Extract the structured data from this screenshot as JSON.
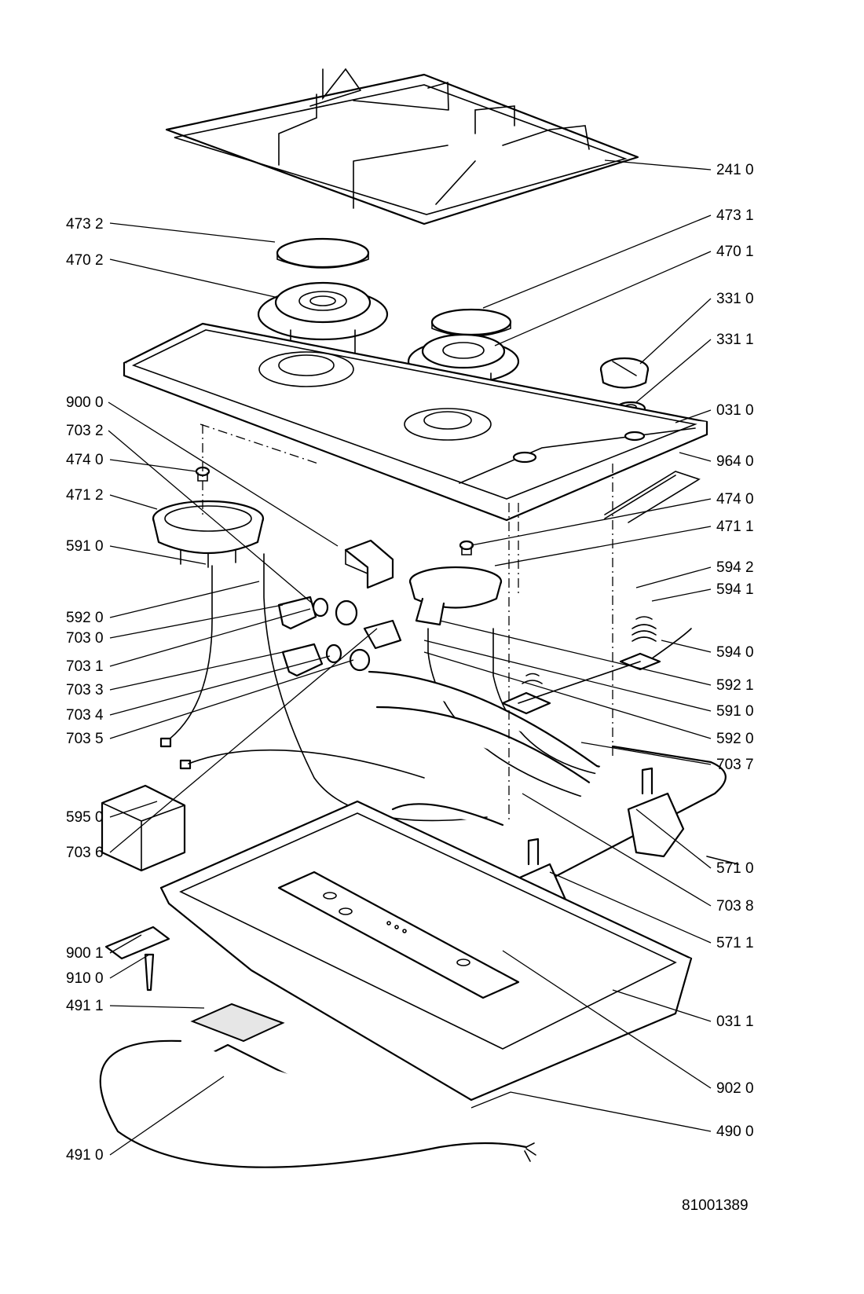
{
  "labels": {
    "l2410": "241 0",
    "l4732": "473 2",
    "l4731": "473 1",
    "l4702": "470 2",
    "l4701": "470 1",
    "l3310": "331 0",
    "l3311": "331 1",
    "l0310": "031 0",
    "l9000": "900 0",
    "l7032": "703 2",
    "l9640": "964 0",
    "l4740a": "474 0",
    "l4740b": "474 0",
    "l4712": "471 2",
    "l4711": "471 1",
    "l5910a": "591 0",
    "l5942": "594 2",
    "l5941": "594 1",
    "l5920a": "592 0",
    "l7030": "703 0",
    "l5940": "594 0",
    "l7031": "703 1",
    "l5921": "592 1",
    "l7033": "703 3",
    "l5910b": "591 0",
    "l7034": "703 4",
    "l5920b": "592 0",
    "l7035": "703 5",
    "l7037": "703 7",
    "l5950": "595 0",
    "l7036": "703 6",
    "l5710": "571 0",
    "l7038": "703 8",
    "l5711": "571 1",
    "l9001": "900 1",
    "l9100": "910 0",
    "l4911": "491 1",
    "l0311": "031 1",
    "l9020": "902 0",
    "l4900": "490 0",
    "l4910": "491 0"
  },
  "drawing_number": "81001389"
}
